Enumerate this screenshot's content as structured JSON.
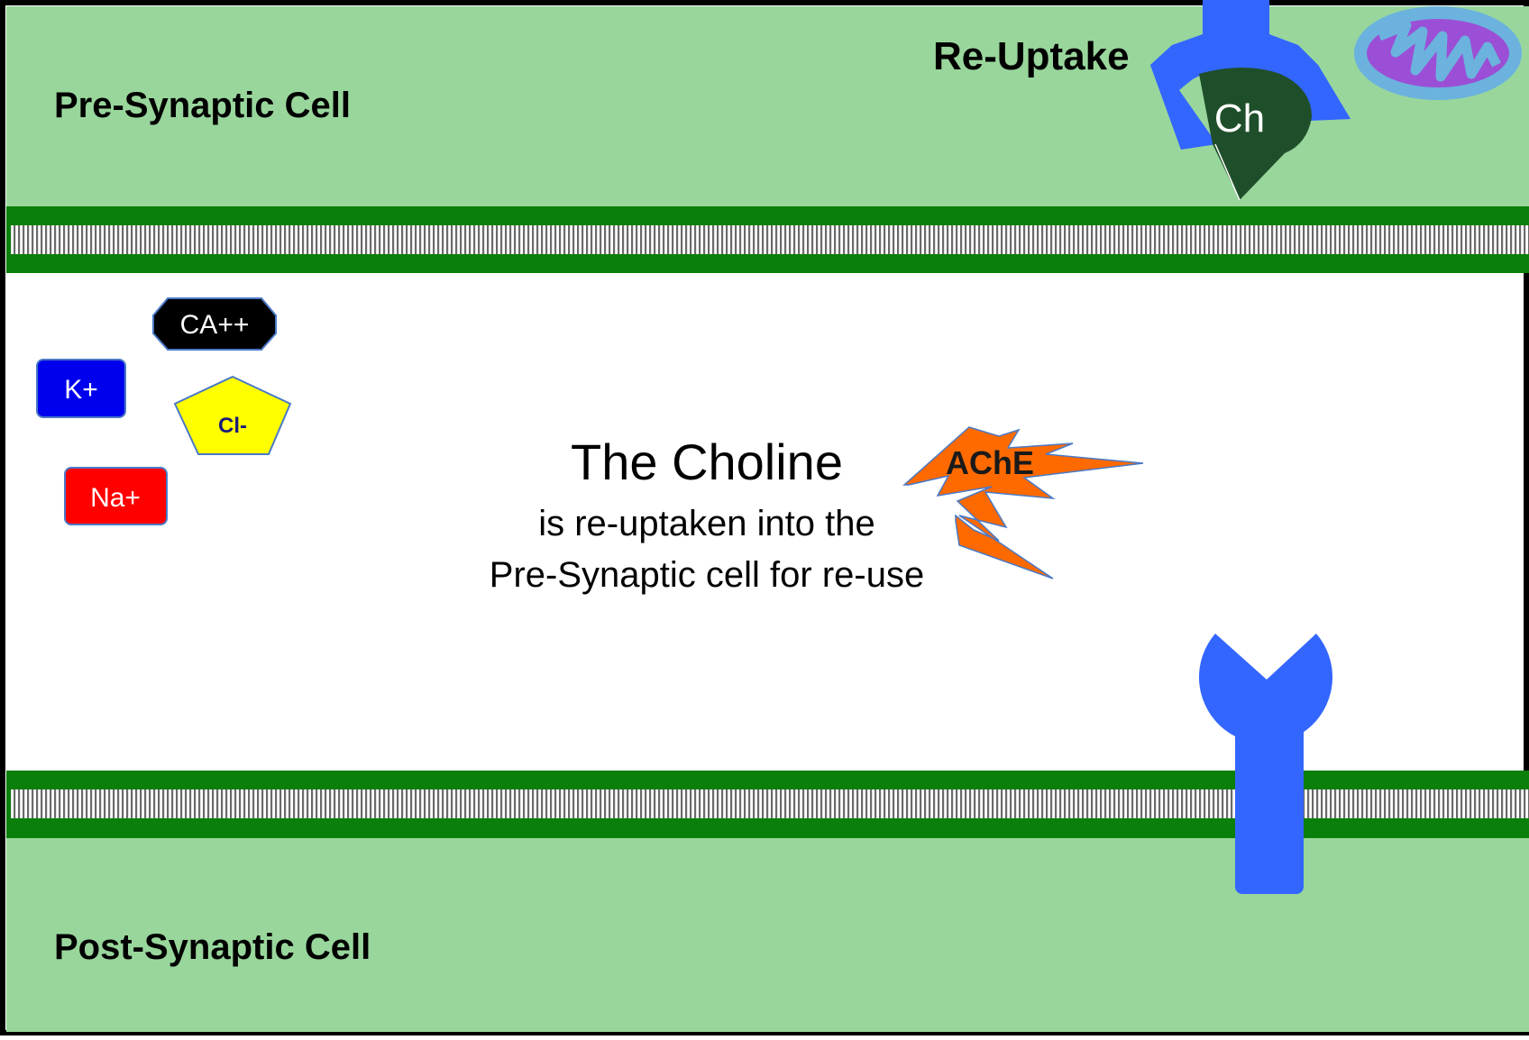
{
  "labels": {
    "pre_synaptic": "Pre-Synaptic Cell",
    "post_synaptic": "Post-Synaptic Cell",
    "re_uptake": "Re-Uptake",
    "choline_short": "Ch",
    "enzyme": "AChE"
  },
  "ions": {
    "calcium": "CA++",
    "potassium": "K+",
    "chloride": "Cl-",
    "sodium": "Na+"
  },
  "caption": {
    "title": "The Choline",
    "line1": "is re-uptaken into the",
    "line2": "Pre-Synaptic cell for re-use"
  },
  "colors": {
    "cell_fill": "#99d69c",
    "membrane": "#0a7f0a",
    "receptor": "#3366ff",
    "choline": "#1f4f2a",
    "enzyme": "#ff6a00",
    "mitochondria_outer": "#6bb3de",
    "mitochondria_inner": "#9b4fd6",
    "calcium": "#000000",
    "potassium": "#0000ee",
    "chloride": "#ffff00",
    "sodium": "#ff0000"
  }
}
